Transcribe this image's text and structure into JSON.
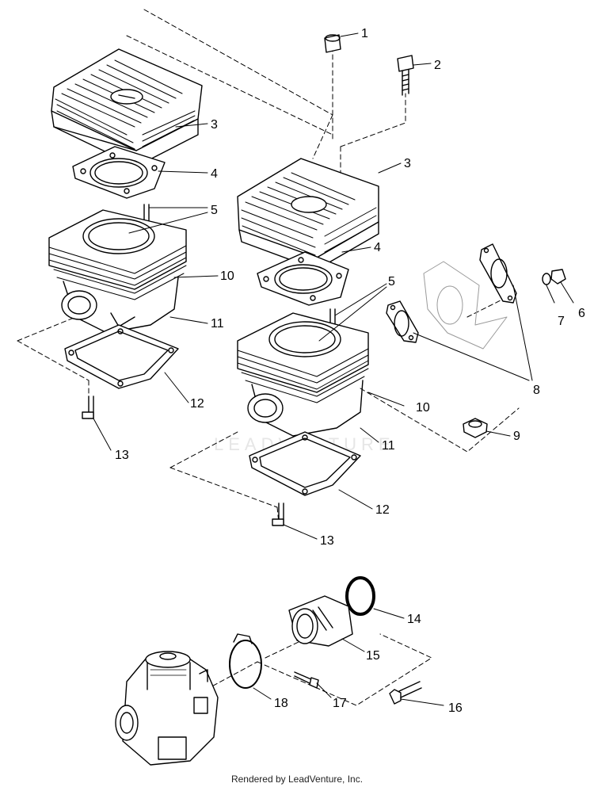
{
  "callouts": {
    "c1": "1",
    "c2": "2",
    "c3a": "3",
    "c3b": "3",
    "c4a": "4",
    "c4b": "4",
    "c5a": "5",
    "c5b": "5",
    "c6": "6",
    "c7": "7",
    "c8": "8",
    "c9": "9",
    "c10a": "10",
    "c10b": "10",
    "c11a": "11",
    "c11b": "11",
    "c12a": "12",
    "c12b": "12",
    "c13a": "13",
    "c13b": "13",
    "c14": "14",
    "c15": "15",
    "c16": "16",
    "c17": "17",
    "c18": "18"
  },
  "watermark": "LEADVENTURE",
  "footer": "Rendered by LeadVenture, Inc."
}
